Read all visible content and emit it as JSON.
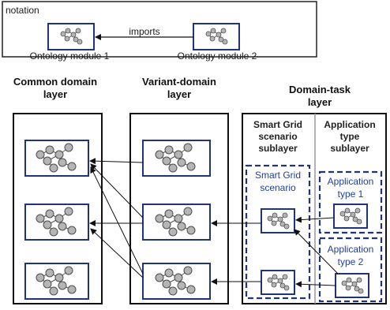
{
  "colors": {
    "module_border": "#1f3578",
    "node_fill": "#b5b5b5",
    "accent_text": "#1f3f9e",
    "divider": "#999999"
  },
  "notation": {
    "title": "notation",
    "edge_label": "imports",
    "module_1": "Ontology module 1",
    "module_2": "Ontology module 2"
  },
  "layers": {
    "common": {
      "title_line1": "Common domain",
      "title_line2": "layer"
    },
    "variant": {
      "title_line1": "Variant-domain",
      "title_line2": "layer"
    },
    "task": {
      "title_line1": "Domain-task",
      "title_line2": "layer",
      "sg_sublayer": {
        "line1": "Smart Grid",
        "line2": "scenario",
        "line3": "sublayer"
      },
      "app_sublayer": {
        "line1": "Application",
        "line2": "type",
        "line3": "sublayer"
      },
      "sg_group": {
        "line1": "Smart Grid",
        "line2": "scenario"
      },
      "app_group_1": {
        "line1": "Application",
        "line2": "type 1"
      },
      "app_group_2": {
        "line1": "Application",
        "line2": "type 2"
      }
    }
  }
}
